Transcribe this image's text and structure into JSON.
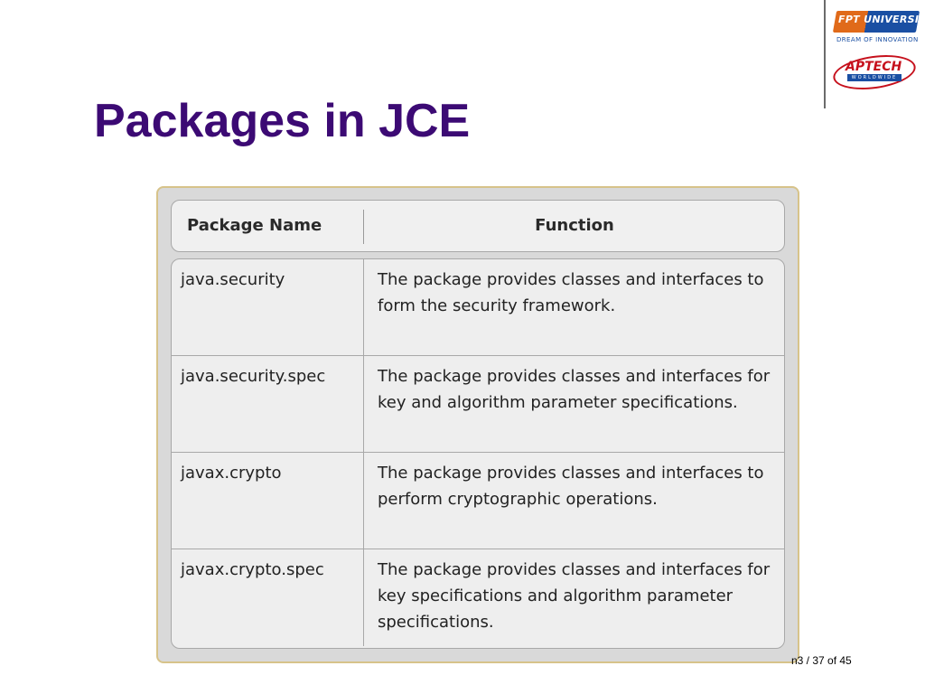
{
  "slide": {
    "title": "Packages in JCE",
    "footer": "n3 / 37 of 45"
  },
  "logos": {
    "fpt": {
      "name": "FPT UNIVERSITY",
      "tagline": "DREAM OF INNOVATION"
    },
    "aptech": {
      "name": "APTECH",
      "subtitle": "WORLDWIDE"
    }
  },
  "table": {
    "headers": [
      "Package Name",
      "Function"
    ],
    "rows": [
      {
        "package": "java.security",
        "function": "The package provides classes and interfaces to form the security framework."
      },
      {
        "package": "java.security.spec",
        "function": "The package provides classes and interfaces for key and algorithm parameter specifications."
      },
      {
        "package": "javax.crypto",
        "function": "The package provides classes and interfaces to perform cryptographic operations."
      },
      {
        "package": "javax.crypto.spec",
        "function": "The package provides classes and interfaces for key specifications and algorithm parameter specifications."
      }
    ]
  },
  "colors": {
    "title": "#3c0a74",
    "frame_border": "#d7c38a",
    "fpt_orange": "#e06a1a",
    "fpt_blue": "#1a4fa3",
    "aptech_red": "#c6101c"
  }
}
